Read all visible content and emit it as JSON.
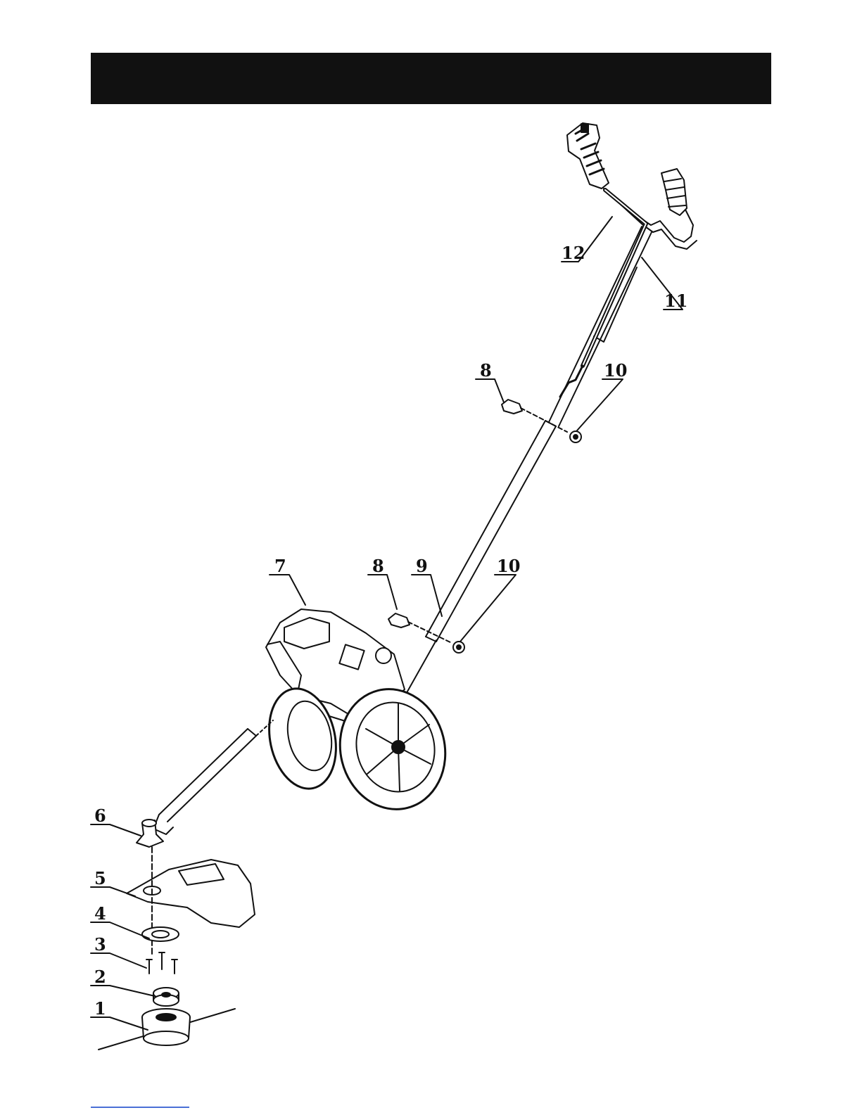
{
  "header": {
    "text": ""
  },
  "callouts": {
    "c1": "1",
    "c2": "2",
    "c3": "3",
    "c4": "4",
    "c5": "5",
    "c6": "6",
    "c7": "7",
    "c8a": "8",
    "c8b": "8",
    "c9": "9",
    "c10a": "10",
    "c10b": "10",
    "c11": "11",
    "c12": "12"
  },
  "colors": {
    "header": "#111111",
    "line": "#111111",
    "link": "#4a6fd6"
  }
}
